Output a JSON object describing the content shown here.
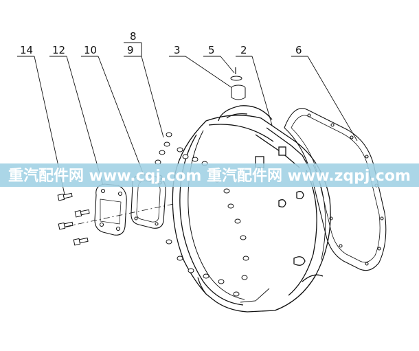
{
  "diagram": {
    "callouts": [
      {
        "id": "c14",
        "text": "14"
      },
      {
        "id": "c12",
        "text": "12"
      },
      {
        "id": "c10",
        "text": "10"
      },
      {
        "id": "c8",
        "text": "8"
      },
      {
        "id": "c9",
        "text": "9"
      },
      {
        "id": "c3",
        "text": "3"
      },
      {
        "id": "c5",
        "text": "5"
      },
      {
        "id": "c2",
        "text": "2"
      },
      {
        "id": "c6",
        "text": "6"
      }
    ]
  },
  "watermark": {
    "text": "重汽配件网  www.cqj.com  重汽配件网  www.zqpj.com",
    "band_color": "#9fd0e4",
    "text_color": "#ffffff"
  },
  "colors": {
    "line": "#111111",
    "background": "#ffffff"
  }
}
